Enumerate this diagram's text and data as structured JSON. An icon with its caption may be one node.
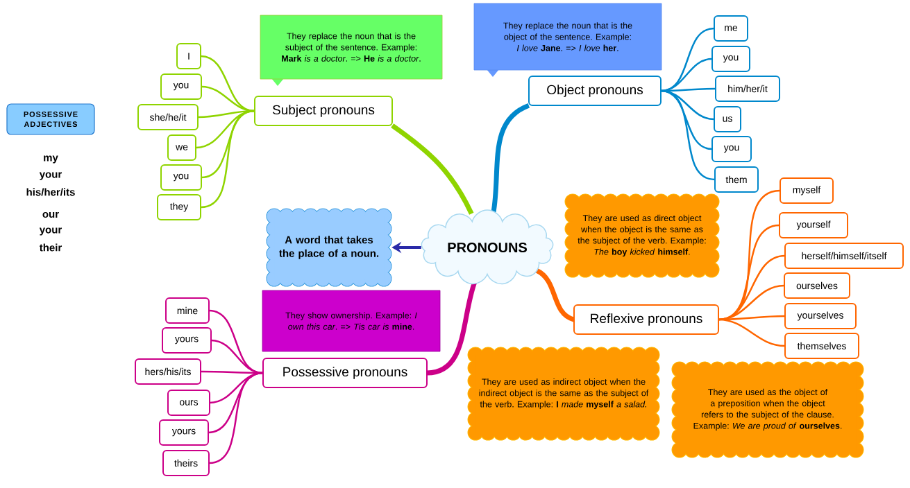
{
  "diagram": {
    "nodes": [
      {
        "text": [
          "PRONOUNS"
        ]
      },
      {
        "text": [
          "Subject pronouns"
        ]
      },
      {
        "text": [
          "I"
        ]
      },
      {
        "text": [
          "you"
        ]
      },
      {
        "text": [
          "she/he/it"
        ]
      },
      {
        "text": [
          "we"
        ]
      },
      {
        "text": [
          "you"
        ]
      },
      {
        "text": [
          "they"
        ]
      },
      {
        "text": [
          "Object pronouns"
        ]
      },
      {
        "text": [
          "me"
        ]
      },
      {
        "text": [
          "you"
        ]
      },
      {
        "text": [
          "him/her/it"
        ]
      },
      {
        "text": [
          "us"
        ]
      },
      {
        "text": [
          "you"
        ]
      },
      {
        "text": [
          "them"
        ]
      },
      {
        "text": [
          "Reflexive pronouns"
        ]
      },
      {
        "text": [
          "myself"
        ]
      },
      {
        "text": [
          "yourself"
        ]
      },
      {
        "text": [
          "herself/himself/itself"
        ]
      },
      {
        "text": [
          "ourselves"
        ]
      },
      {
        "text": [
          "yourselves"
        ]
      },
      {
        "text": [
          "themselves"
        ]
      },
      {
        "text": [
          "Possessive pronouns"
        ]
      },
      {
        "text": [
          "mine"
        ]
      },
      {
        "text": [
          "yours"
        ]
      },
      {
        "text": [
          "hers/his/its"
        ]
      },
      {
        "text": [
          "ours"
        ]
      },
      {
        "text": [
          "yours"
        ]
      },
      {
        "text": [
          "theirs"
        ]
      },
      {
        "text": [
          "A word that takes the place of a noun."
        ]
      },
      {
        "text": [
          "They replace the noun that is the subject of the sentence. Example: **Mark** *is a doctor*. => **He** *is a doctor*."
        ]
      },
      {
        "text": [
          "They replace the noun that is the object of the sentence. Example: *I love* **Jane**. => *I love* **her**."
        ]
      },
      {
        "text": [
          "They show ownership. Example: *I own this car*. => *Tis car is* **mine**."
        ]
      },
      {
        "text": [
          "They are used as direct object when the object is the same as the subject of the verb. Example: *The* **boy** *kicked* **himself**."
        ]
      },
      {
        "text": [
          "They are used as indirect object when the indirect object is the same as the subject of the verb. Example: **I** *made* **myself** *a salad.*"
        ]
      },
      {
        "text": [
          "They are used as the object of a preposition when the object refers to the subject of the clause. Example: *We are proud of* **ourselves**."
        ]
      },
      {
        "text": [
          "POSSESSIVE ADJECTIVES"
        ]
      }
    ],
    "edges": [
      {
        "from": 0,
        "to": 1,
        "arrow": "none",
        "style": "thick",
        "color": "#8fd400"
      },
      {
        "from": 0,
        "to": 8,
        "arrow": "none",
        "style": "thick",
        "color": "#0088cc"
      },
      {
        "from": 0,
        "to": 15,
        "arrow": "none",
        "style": "thick",
        "color": "#ff6600"
      },
      {
        "from": 0,
        "to": 22,
        "arrow": "none",
        "style": "thick",
        "color": "#cc0088"
      },
      {
        "from": 0,
        "to": 29,
        "arrow": "to",
        "color": "#2a2aa8"
      },
      {
        "from": 1,
        "to": 2,
        "arrow": "none",
        "color": "#8fd400"
      },
      {
        "from": 1,
        "to": 3,
        "arrow": "none",
        "color": "#8fd400"
      },
      {
        "from": 1,
        "to": 4,
        "arrow": "none",
        "color": "#8fd400"
      },
      {
        "from": 1,
        "to": 5,
        "arrow": "none",
        "color": "#8fd400"
      },
      {
        "from": 1,
        "to": 6,
        "arrow": "none",
        "color": "#8fd400"
      },
      {
        "from": 1,
        "to": 7,
        "arrow": "none",
        "color": "#8fd400"
      },
      {
        "from": 8,
        "to": 9,
        "arrow": "none",
        "color": "#0088cc"
      },
      {
        "from": 8,
        "to": 10,
        "arrow": "none",
        "color": "#0088cc"
      },
      {
        "from": 8,
        "to": 11,
        "arrow": "none",
        "color": "#0088cc"
      },
      {
        "from": 8,
        "to": 12,
        "arrow": "none",
        "color": "#0088cc"
      },
      {
        "from": 8,
        "to": 13,
        "arrow": "none",
        "color": "#0088cc"
      },
      {
        "from": 8,
        "to": 14,
        "arrow": "none",
        "color": "#0088cc"
      },
      {
        "from": 15,
        "to": 16,
        "arrow": "none",
        "color": "#ff6600"
      },
      {
        "from": 15,
        "to": 17,
        "arrow": "none",
        "color": "#ff6600"
      },
      {
        "from": 15,
        "to": 18,
        "arrow": "none",
        "color": "#ff6600"
      },
      {
        "from": 15,
        "to": 19,
        "arrow": "none",
        "color": "#ff6600"
      },
      {
        "from": 15,
        "to": 20,
        "arrow": "none",
        "color": "#ff6600"
      },
      {
        "from": 15,
        "to": 21,
        "arrow": "none",
        "color": "#ff6600"
      },
      {
        "from": 22,
        "to": 23,
        "arrow": "none",
        "color": "#cc0088"
      },
      {
        "from": 22,
        "to": 24,
        "arrow": "none",
        "color": "#cc0088"
      },
      {
        "from": 22,
        "to": 25,
        "arrow": "none",
        "color": "#cc0088"
      },
      {
        "from": 22,
        "to": 26,
        "arrow": "none",
        "color": "#cc0088"
      },
      {
        "from": 22,
        "to": 27,
        "arrow": "none",
        "color": "#cc0088"
      },
      {
        "from": 22,
        "to": 28,
        "arrow": "none",
        "color": "#cc0088"
      }
    ],
    "labels": [
      "my",
      "your",
      "his/her/its",
      "our",
      "your",
      "their"
    ]
  }
}
